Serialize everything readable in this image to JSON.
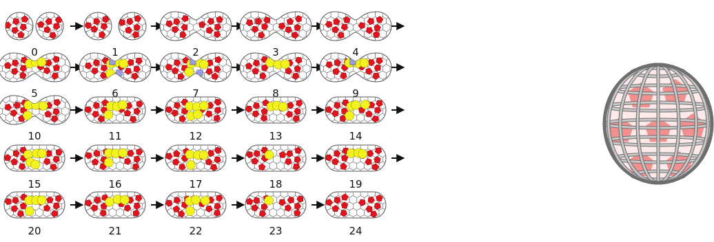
{
  "colors": {
    "pentagon": "#e0141e",
    "hexagon": "#ffffff",
    "edge": "#555555",
    "heptagon": "#f2f21e",
    "square": "#9a9ae6",
    "arrow": "#111111",
    "ball_frame": "#c8c8c8",
    "ball_shadow": "#6e6e6e",
    "ball_pentagon": "#f08080"
  },
  "steps": [
    {
      "label": "0",
      "shape": "dimer",
      "yellow": 0,
      "blue": 0
    },
    {
      "label": "1",
      "shape": "dimer",
      "yellow": 0,
      "blue": 0
    },
    {
      "label": "2",
      "shape": "neck",
      "yellow": 0,
      "blue": 0
    },
    {
      "label": "3",
      "shape": "neck",
      "yellow": 0,
      "blue": 0
    },
    {
      "label": "4",
      "shape": "neck",
      "yellow": 0,
      "blue": 0
    },
    {
      "label": "5",
      "shape": "neck",
      "yellow": 3,
      "blue": 0
    },
    {
      "label": "6",
      "shape": "neck",
      "yellow": 4,
      "blue": 2
    },
    {
      "label": "7",
      "shape": "neck",
      "yellow": 4,
      "blue": 2
    },
    {
      "label": "8",
      "shape": "neck",
      "yellow": 3,
      "blue": 0
    },
    {
      "label": "9",
      "shape": "neck",
      "yellow": 3,
      "blue": 1
    },
    {
      "label": "10",
      "shape": "neck",
      "yellow": 4,
      "blue": 0
    },
    {
      "label": "11",
      "shape": "capsule",
      "yellow": 4,
      "blue": 0
    },
    {
      "label": "12",
      "shape": "capsule",
      "yellow": 5,
      "blue": 0
    },
    {
      "label": "13",
      "shape": "capsule",
      "yellow": 3,
      "blue": 0
    },
    {
      "label": "14",
      "shape": "capsule",
      "yellow": 4,
      "blue": 0
    },
    {
      "label": "15",
      "shape": "capsule",
      "yellow": 5,
      "blue": 0
    },
    {
      "label": "16",
      "shape": "capsule",
      "yellow": 4,
      "blue": 0
    },
    {
      "label": "17",
      "shape": "capsule",
      "yellow": 4,
      "blue": 0
    },
    {
      "label": "18",
      "shape": "capsule",
      "yellow": 1,
      "blue": 0
    },
    {
      "label": "19",
      "shape": "capsule",
      "yellow": 3,
      "blue": 0
    },
    {
      "label": "20",
      "shape": "capsule",
      "yellow": 4,
      "blue": 0
    },
    {
      "label": "21",
      "shape": "capsule",
      "yellow": 3,
      "blue": 0
    },
    {
      "label": "22",
      "shape": "capsule",
      "yellow": 4,
      "blue": 0
    },
    {
      "label": "23",
      "shape": "capsule",
      "yellow": 1,
      "blue": 0
    },
    {
      "label": "24",
      "shape": "capsule",
      "yellow": 0,
      "blue": 0
    }
  ],
  "arrows": {
    "between_steps": true,
    "row_end": [
      true,
      true,
      true,
      true,
      false
    ]
  },
  "ball": {
    "type": "fullerene-cage-3d",
    "highlighted_faces": "pentagons"
  }
}
